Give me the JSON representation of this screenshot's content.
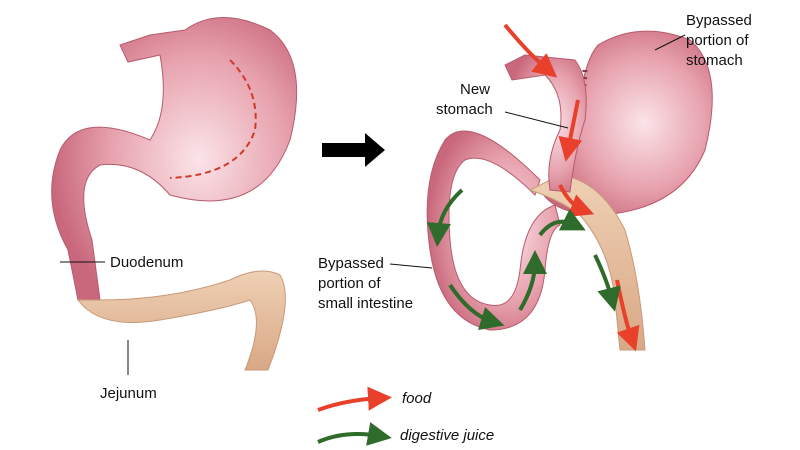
{
  "labels": {
    "duodenum": "Duodenum",
    "jejunum": "Jejunum",
    "new_stomach": [
      "New",
      "stomach"
    ],
    "bypassed_stomach": [
      "Bypassed",
      "portion of",
      "stomach"
    ],
    "bypassed_intestine": [
      "Bypassed",
      "portion of",
      "small intestine"
    ]
  },
  "legend": {
    "food": "food",
    "digestive_juice": "digestive juice"
  },
  "colors": {
    "stomach": "#dd8d9c",
    "intestine": "#e6c0a0",
    "food_arrow": "#e8402a",
    "juice_arrow": "#2f6b2a"
  }
}
